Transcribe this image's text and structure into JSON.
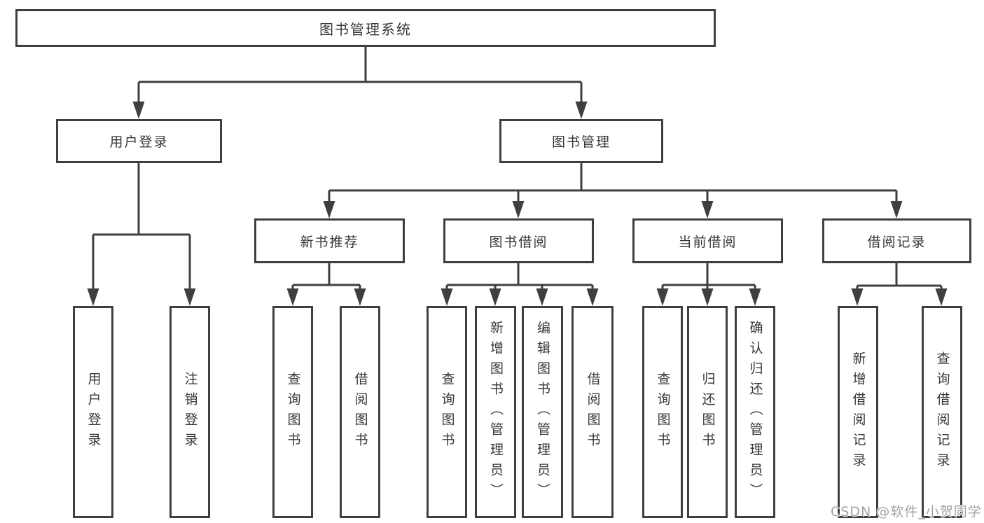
{
  "colors": {
    "line": "#3f3f3f",
    "text": "#383838",
    "background": "#ffffff",
    "watermark": "#a3a3a3"
  },
  "diagram": {
    "root": {
      "label": "图书管理系统"
    },
    "level2": [
      {
        "label": "用户登录"
      },
      {
        "label": "图书管理"
      }
    ],
    "level3": [
      {
        "label": "新书推荐"
      },
      {
        "label": "图书借阅"
      },
      {
        "label": "当前借阅"
      },
      {
        "label": "借阅记录"
      }
    ],
    "leaves": [
      {
        "label": "用户登录"
      },
      {
        "label": "注销登录"
      },
      {
        "label": "查询图书"
      },
      {
        "label": "借阅图书"
      },
      {
        "label": "查询图书"
      },
      {
        "label": "新增图书（管理员）"
      },
      {
        "label": "编辑图书（管理员）"
      },
      {
        "label": "借阅图书"
      },
      {
        "label": "查询图书"
      },
      {
        "label": "归还图书"
      },
      {
        "label": "确认归还（管理员）"
      },
      {
        "label": "新增借阅记录"
      },
      {
        "label": "查询借阅记录"
      }
    ]
  },
  "watermark": {
    "text": "CSDN @软件_小贺同学"
  }
}
